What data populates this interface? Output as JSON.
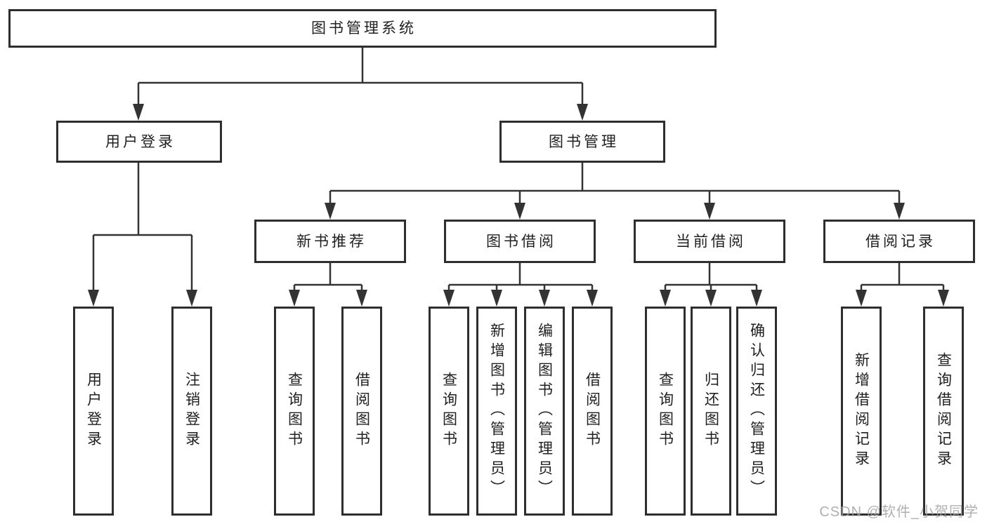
{
  "colors": {
    "line": "#333333",
    "border": "#2e2e2e",
    "text": "#212121",
    "watermark": "#a3a3a3",
    "background": "#ffffff"
  },
  "root": {
    "label": "图书管理系统"
  },
  "user_branch": {
    "label": "用户登录",
    "leaves": [
      {
        "label": "用户登录"
      },
      {
        "label": "注销登录"
      }
    ]
  },
  "management_branch": {
    "label": "图书管理",
    "modules": [
      {
        "label": "新书推荐",
        "leaves": [
          {
            "label": "查询图书"
          },
          {
            "label": "借阅图书"
          }
        ]
      },
      {
        "label": "图书借阅",
        "leaves": [
          {
            "label": "查询图书"
          },
          {
            "label": "新增图书（管理员）"
          },
          {
            "label": "编辑图书（管理员）"
          },
          {
            "label": "借阅图书"
          }
        ]
      },
      {
        "label": "当前借阅",
        "leaves": [
          {
            "label": "查询图书"
          },
          {
            "label": "归还图书"
          },
          {
            "label": "确认归还（管理员）"
          }
        ]
      },
      {
        "label": "借阅记录",
        "leaves": [
          {
            "label": "新增借阅记录"
          },
          {
            "label": "查询借阅记录"
          }
        ]
      }
    ]
  },
  "watermark": {
    "label": "CSDN @软件_小贺同学"
  }
}
